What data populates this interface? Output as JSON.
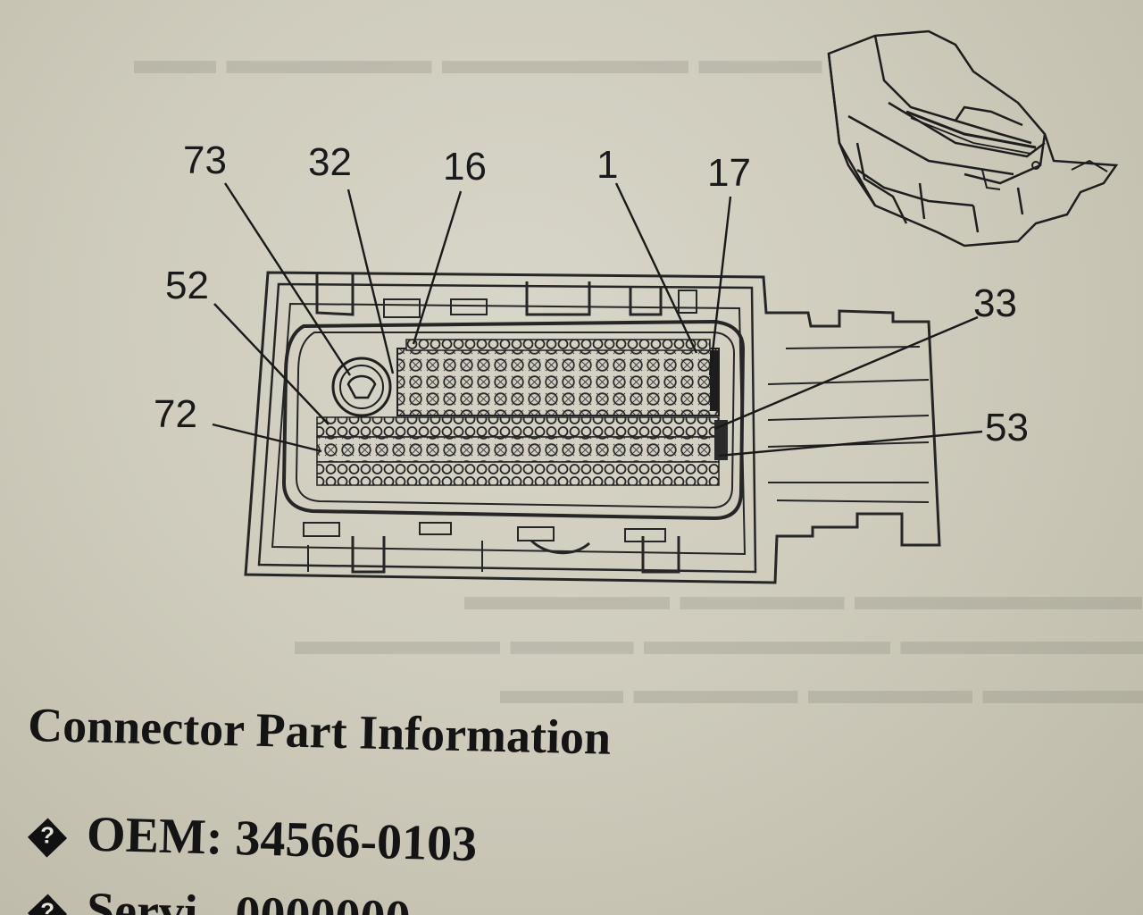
{
  "pin_labels": {
    "p73": "73",
    "p32": "32",
    "p16": "16",
    "p1": "1",
    "p17": "17",
    "p52": "52",
    "p33": "33",
    "p72": "72",
    "p53": "53"
  },
  "section": {
    "heading": "Connector Part Information",
    "items": [
      {
        "label": "OEM:",
        "value": "34566-0103"
      },
      {
        "label": "Servi",
        "value": "0000000"
      }
    ]
  },
  "icons": {
    "bullet": "question-diamond-icon",
    "connector": "connector-face-diagram",
    "inset": "connector-isometric-icon"
  },
  "colors": {
    "paper": "#d2cfc1",
    "ink": "#141414"
  }
}
